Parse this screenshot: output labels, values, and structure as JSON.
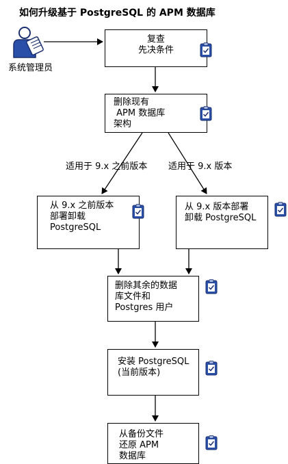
{
  "title": "如何升级基于 PostgreSQL 的 APM 数据库",
  "actor": {
    "label": "系统管理员"
  },
  "steps": {
    "review": [
      "复查",
      "先决条件"
    ],
    "delete_schema": [
      "删除现有",
      " APM 数据库",
      "架构"
    ],
    "uninstall_pre9": [
      "从 9.x 之前版本",
      "部署卸载",
      "PostgreSQL"
    ],
    "uninstall_9x": [
      "从 9.x 版本部署",
      "卸载 PostgreSQL"
    ],
    "remove_files": [
      "删除其余的数据",
      "库文件和",
      "Postgres 用户"
    ],
    "install": [
      "安装 PostgreSQL",
      "(当前版本)"
    ],
    "restore": [
      "从备份文件",
      "还原 APM",
      "数据库"
    ]
  },
  "branches": {
    "left": "适用于 9.x 之前版本",
    "right": "适用于 9.x 版本"
  },
  "colors": {
    "line": "#000000",
    "clip_body": "#2a4fa8",
    "clip_border": "#1b2f6e",
    "clip_paper": "#ffffff"
  }
}
